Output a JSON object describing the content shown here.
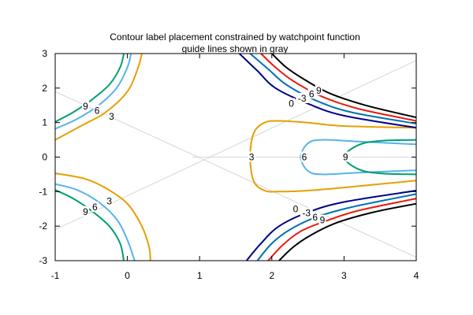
{
  "chart_data": {
    "type": "line",
    "title": "Contour label placement constrained by watchpoint function",
    "subtitle": "guide lines shown in gray",
    "xlim": [
      -1,
      4
    ],
    "ylim": [
      -3,
      3
    ],
    "xticks": [
      "-1",
      "0",
      "1",
      "2",
      "3",
      "4"
    ],
    "yticks": [
      "3",
      "2",
      "1",
      "0",
      "-1",
      "-2",
      "-3"
    ],
    "grid": false,
    "guide_color": "#cccccc",
    "levels": [
      {
        "label": "-3",
        "color": "#0072b2"
      },
      {
        "label": "0",
        "color": "#00008b"
      },
      {
        "label": "3",
        "color": "#e69f00"
      },
      {
        "label": "6",
        "color": "#56b4e9"
      },
      {
        "label": "9",
        "color": "#009e73"
      },
      {
        "label": "6",
        "color": "#e51e10"
      },
      {
        "label": "9",
        "color": "#000000"
      }
    ],
    "contours": [
      {
        "level": "3",
        "color": "#e69f00",
        "points": [
          [
            -1,
            0.5
          ],
          [
            -0.6,
            0.95
          ],
          [
            -0.3,
            1.3
          ],
          [
            0,
            1.9
          ],
          [
            0.15,
            2.6
          ],
          [
            0.2,
            3
          ]
        ]
      },
      {
        "level": "6",
        "color": "#56b4e9",
        "points": [
          [
            -1,
            0.82
          ],
          [
            -0.7,
            1.1
          ],
          [
            -0.4,
            1.5
          ],
          [
            -0.15,
            2
          ],
          [
            0,
            2.6
          ],
          [
            0.05,
            3
          ]
        ]
      },
      {
        "level": "9",
        "color": "#009e73",
        "points": [
          [
            -1,
            1.02
          ],
          [
            -0.75,
            1.3
          ],
          [
            -0.5,
            1.65
          ],
          [
            -0.25,
            2.1
          ],
          [
            -0.1,
            2.6
          ],
          [
            -0.05,
            3
          ]
        ]
      },
      {
        "level": "3",
        "color": "#e69f00",
        "points": [
          [
            -1,
            -0.47
          ],
          [
            -0.6,
            -0.62
          ],
          [
            -0.3,
            -0.9
          ],
          [
            0,
            -1.35
          ],
          [
            0.2,
            -2
          ],
          [
            0.3,
            -2.6
          ],
          [
            0.32,
            -3
          ]
        ]
      },
      {
        "level": "6",
        "color": "#56b4e9",
        "points": [
          [
            -1,
            -0.78
          ],
          [
            -0.7,
            -0.95
          ],
          [
            -0.4,
            -1.3
          ],
          [
            -0.15,
            -1.8
          ],
          [
            0,
            -2.4
          ],
          [
            0.1,
            -3
          ]
        ]
      },
      {
        "level": "9",
        "color": "#009e73",
        "points": [
          [
            -1,
            -0.95
          ],
          [
            -0.75,
            -1.2
          ],
          [
            -0.5,
            -1.55
          ],
          [
            -0.25,
            -2
          ],
          [
            -0.1,
            -2.5
          ],
          [
            -0.05,
            -3
          ]
        ]
      },
      {
        "level": "3",
        "color": "#e69f00",
        "points": [
          [
            4,
            0.85
          ],
          [
            3,
            0.9
          ],
          [
            2.5,
            1
          ],
          [
            2.1,
            1.05
          ],
          [
            1.9,
            1
          ],
          [
            1.75,
            0.7
          ],
          [
            1.7,
            0
          ],
          [
            1.75,
            -0.7
          ],
          [
            1.9,
            -0.97
          ],
          [
            2.1,
            -1
          ],
          [
            2.5,
            -0.97
          ],
          [
            3,
            -0.88
          ],
          [
            4,
            -0.68
          ]
        ]
      },
      {
        "level": "6",
        "color": "#56b4e9",
        "points": [
          [
            4,
            0.37
          ],
          [
            3.2,
            0.45
          ],
          [
            2.7,
            0.5
          ],
          [
            2.5,
            0.4
          ],
          [
            2.4,
            0
          ],
          [
            2.5,
            -0.4
          ],
          [
            2.7,
            -0.5
          ],
          [
            3.2,
            -0.45
          ],
          [
            4,
            -0.38
          ]
        ]
      },
      {
        "level": "9",
        "color": "#009e73",
        "points": [
          [
            4,
            0.5
          ],
          [
            3.5,
            0.47
          ],
          [
            3.2,
            0.35
          ],
          [
            3,
            0
          ],
          [
            3.2,
            -0.35
          ],
          [
            3.5,
            -0.47
          ],
          [
            4,
            -0.5
          ]
        ]
      },
      {
        "level": "0",
        "color": "#00008b",
        "points": [
          [
            1.55,
            3
          ],
          [
            1.8,
            2.5
          ],
          [
            2.05,
            2
          ],
          [
            2.5,
            1.55
          ],
          [
            3,
            1.2
          ],
          [
            4,
            0.85
          ]
        ]
      },
      {
        "level": "-3",
        "color": "#0072b2",
        "points": [
          [
            1.7,
            3
          ],
          [
            1.95,
            2.55
          ],
          [
            2.2,
            2.1
          ],
          [
            2.6,
            1.65
          ],
          [
            3.1,
            1.3
          ],
          [
            4,
            0.97
          ]
        ]
      },
      {
        "level": "6",
        "color": "#e51e10",
        "points": [
          [
            1.85,
            3
          ],
          [
            2.05,
            2.6
          ],
          [
            2.3,
            2.2
          ],
          [
            2.7,
            1.75
          ],
          [
            3.2,
            1.4
          ],
          [
            4,
            1.05
          ]
        ]
      },
      {
        "level": "9",
        "color": "#000000",
        "points": [
          [
            2,
            3
          ],
          [
            2.2,
            2.6
          ],
          [
            2.45,
            2.25
          ],
          [
            2.8,
            1.85
          ],
          [
            3.3,
            1.5
          ],
          [
            4,
            1.15
          ]
        ]
      },
      {
        "level": "0",
        "color": "#00008b",
        "points": [
          [
            1.65,
            -3
          ],
          [
            1.85,
            -2.5
          ],
          [
            2.1,
            -2
          ],
          [
            2.5,
            -1.6
          ],
          [
            3,
            -1.3
          ],
          [
            4,
            -0.97
          ]
        ]
      },
      {
        "level": "-3",
        "color": "#0072b2",
        "points": [
          [
            1.8,
            -3
          ],
          [
            2,
            -2.5
          ],
          [
            2.25,
            -2.1
          ],
          [
            2.6,
            -1.75
          ],
          [
            3.1,
            -1.45
          ],
          [
            4,
            -1.07
          ]
        ]
      },
      {
        "level": "6",
        "color": "#e51e10",
        "points": [
          [
            1.95,
            -3
          ],
          [
            2.15,
            -2.55
          ],
          [
            2.4,
            -2.15
          ],
          [
            2.75,
            -1.85
          ],
          [
            3.2,
            -1.55
          ],
          [
            4,
            -1.2
          ]
        ]
      },
      {
        "level": "9",
        "color": "#000000",
        "points": [
          [
            2.1,
            -3
          ],
          [
            2.3,
            -2.6
          ],
          [
            2.55,
            -2.25
          ],
          [
            2.9,
            -1.9
          ],
          [
            3.4,
            -1.6
          ],
          [
            4,
            -1.35
          ]
        ]
      }
    ],
    "guide_lines": [
      [
        [
          -1,
          1.9
        ],
        [
          4,
          -2.9
        ]
      ],
      [
        [
          -1,
          -2.1
        ],
        [
          4,
          2.8
        ]
      ],
      [
        [
          0.9,
          0
        ],
        [
          2.4,
          0
        ]
      ],
      [
        [
          3.1,
          0
        ],
        [
          4,
          0
        ]
      ]
    ],
    "labels": [
      {
        "text": "9",
        "x": -0.58,
        "y": 1.47
      },
      {
        "text": "6",
        "x": -0.42,
        "y": 1.35
      },
      {
        "text": "3",
        "x": -0.22,
        "y": 1.18
      },
      {
        "text": "3",
        "x": -0.25,
        "y": -1.28
      },
      {
        "text": "6",
        "x": -0.45,
        "y": -1.45
      },
      {
        "text": "9",
        "x": -0.58,
        "y": -1.58
      },
      {
        "text": "3",
        "x": 1.72,
        "y": 0
      },
      {
        "text": "6",
        "x": 2.45,
        "y": 0
      },
      {
        "text": "9",
        "x": 3.02,
        "y": 0
      },
      {
        "text": "0",
        "x": 2.27,
        "y": 1.55
      },
      {
        "text": "-3",
        "x": 2.42,
        "y": 1.7
      },
      {
        "text": "6",
        "x": 2.55,
        "y": 1.83
      },
      {
        "text": "9",
        "x": 2.65,
        "y": 1.93
      },
      {
        "text": "0",
        "x": 2.33,
        "y": -1.5
      },
      {
        "text": "-3",
        "x": 2.48,
        "y": -1.62
      },
      {
        "text": "6",
        "x": 2.6,
        "y": -1.74
      },
      {
        "text": "9",
        "x": 2.7,
        "y": -1.83
      }
    ]
  }
}
